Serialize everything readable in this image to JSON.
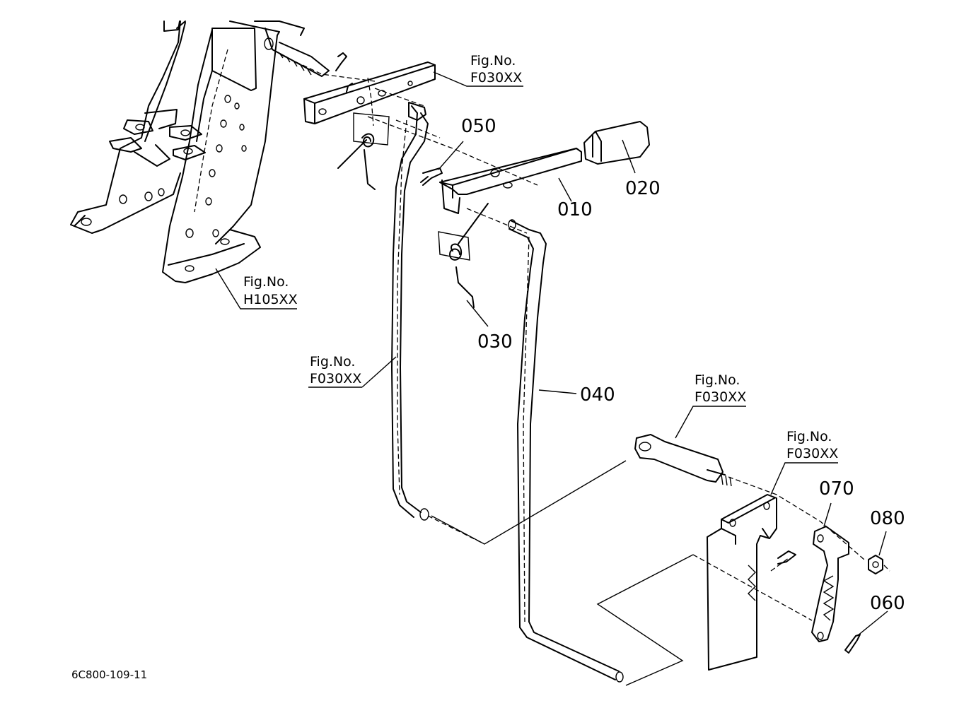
{
  "diagram": {
    "drawing_code": "6C800-109-11",
    "part_labels": {
      "p010": "010",
      "p020": "020",
      "p030": "030",
      "p040": "040",
      "p050": "050",
      "p060": "060",
      "p070": "070",
      "p080": "080"
    },
    "figure_refs": {
      "ref_top": {
        "title": "Fig.No.",
        "code": "F030XX"
      },
      "ref_h105": {
        "title": "Fig.No.",
        "code": "H105XX"
      },
      "ref_left": {
        "title": "Fig.No.",
        "code": "F030XX"
      },
      "ref_pin": {
        "title": "Fig.No.",
        "code": "F030XX"
      },
      "ref_bracket": {
        "title": "Fig.No.",
        "code": "F030XX"
      }
    }
  }
}
